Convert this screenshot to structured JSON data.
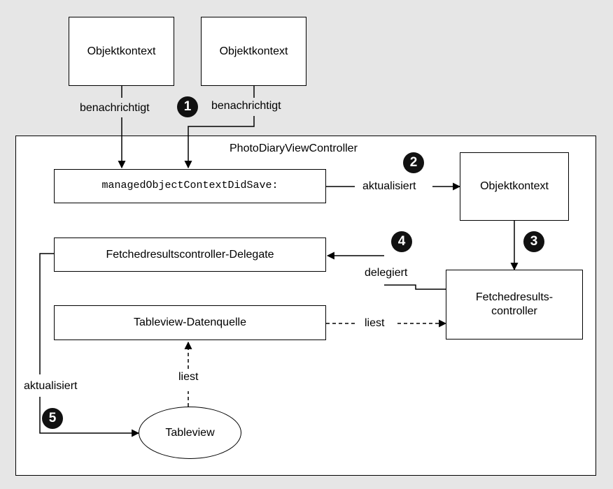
{
  "top_boxes": {
    "left": "Objektkontext",
    "right": "Objektkontext"
  },
  "edges": {
    "notify_left": "benachrichtigt",
    "notify_right": "benachrichtigt",
    "updates_context": "aktualisiert",
    "delegates": "delegiert",
    "reads_controller": "liest",
    "reads_datasource": "liest",
    "updates_tableview": "aktualisiert"
  },
  "container": {
    "title": "PhotoDiaryViewController"
  },
  "nodes": {
    "did_save": "managedObjectContextDidSave:",
    "object_context": "Objektkontext",
    "frc_delegate": "Fetchedresultscontroller-Delegate",
    "frc": "Fetchedresults-\ncontroller",
    "datasource": "Tableview-Datenquelle",
    "tableview": "Tableview"
  },
  "badges": [
    "1",
    "2",
    "3",
    "4",
    "5"
  ]
}
